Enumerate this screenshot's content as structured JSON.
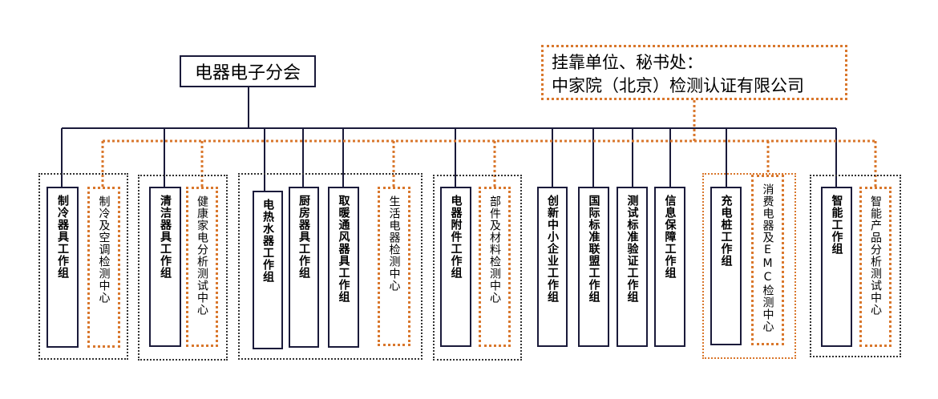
{
  "root": {
    "label": "电器电子分会"
  },
  "host": {
    "line1": "挂靠单位、秘书处：",
    "line2": "中家院（北京）检测认证有限公司"
  },
  "units": [
    {
      "id": "u01",
      "type": "wg",
      "label": "制冷器具工作组"
    },
    {
      "id": "u02",
      "type": "tc",
      "label": "制冷及空调检测中心"
    },
    {
      "id": "u03",
      "type": "wg",
      "label": "清洁器具工作组"
    },
    {
      "id": "u04",
      "type": "tc",
      "label": "健康家电分析测试中心"
    },
    {
      "id": "u05",
      "type": "wg",
      "label": "电热水器工作组"
    },
    {
      "id": "u06",
      "type": "wg",
      "label": "厨房器具工作组"
    },
    {
      "id": "u07",
      "type": "wg",
      "label": "取暖通风器具工作组"
    },
    {
      "id": "u08",
      "type": "tc",
      "label": "生活电器检测中心"
    },
    {
      "id": "u09",
      "type": "wg",
      "label": "电器附件工作组"
    },
    {
      "id": "u10",
      "type": "tc",
      "label": "部件及材料检测中心"
    },
    {
      "id": "u11",
      "type": "wg",
      "label": "创新中小企业工作组"
    },
    {
      "id": "u12",
      "type": "wg",
      "label": "国际标准联盟工作组"
    },
    {
      "id": "u13",
      "type": "wg",
      "label": "测试标准验证工作组"
    },
    {
      "id": "u14",
      "type": "wg",
      "label": "信息保障工作组"
    },
    {
      "id": "u15",
      "type": "wg",
      "label": "充电桩工作组"
    },
    {
      "id": "u16",
      "type": "tc",
      "label": "消费电器及EMC检测中心"
    },
    {
      "id": "u17",
      "type": "wg",
      "label": "智能工作组"
    },
    {
      "id": "u18",
      "type": "tc",
      "label": "智能产品分析测试中心"
    }
  ],
  "colors": {
    "working_group_line": "#1a1a3a",
    "test_center_line": "#d9772c",
    "group_frame": "#333333"
  }
}
